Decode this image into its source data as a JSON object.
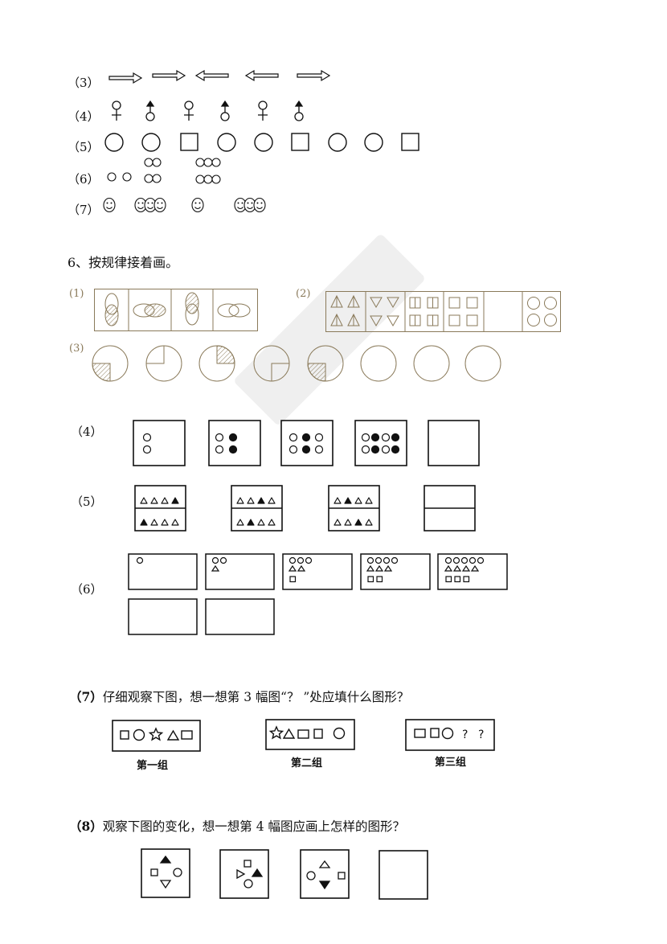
{
  "part5_rows": [
    {
      "label": "（3）",
      "content": "arrows: right, right, left, left, right"
    },
    {
      "label": "（4）",
      "content": "symbols: female, male, female, male, female, male"
    },
    {
      "label": "（5）",
      "content": "shapes: circle, circle, square, circle, circle, square, circle, circle, square"
    },
    {
      "label": "（6）",
      "content": "circles: 2, 4 (2x2), 6 (3x2)"
    },
    {
      "label": "（7）",
      "content": "smileys: 1, 3, 1, 3"
    }
  ],
  "section6": {
    "title": "6、按规律接着画。",
    "items": {
      "q1": {
        "label": "(1)",
        "content": "4 panels of overlapping ellipses with rotating hatched halves"
      },
      "q2": {
        "label": "(2)",
        "content": "6 panels: 4 triangles up, 4 triangles down, 4 split squares, 4 squares, blank, 4 circles"
      },
      "q3": {
        "label": "(3)",
        "content": "8 circles with rotating quarter: hatched BL, outlined TL, hatched TR, outlined BR, hatched BL, blank, blank, blank"
      },
      "q4": {
        "label": "（4）"
      },
      "q5": {
        "label": "（5）"
      },
      "q6": {
        "label": "（6）"
      }
    }
  },
  "q7": {
    "label": "（7）",
    "question": "仔细观察下图，想一想第 3 幅图“？ ”处应填什么图形？",
    "groups": [
      {
        "caption": "第一组",
        "shapes": "□○☆△□"
      },
      {
        "caption": "第二组",
        "shapes": "☆△□□○"
      },
      {
        "caption": "第三组",
        "shapes": "□□○？？"
      }
    ],
    "unknown": "？"
  },
  "q8": {
    "label": "（8）",
    "question": "观察下图的变化，想一想第 4 幅图应画上怎样的图形？"
  },
  "colors": {
    "ink": "#111111",
    "faded_ink": "#8a7a5a",
    "watermark": "#000000"
  }
}
